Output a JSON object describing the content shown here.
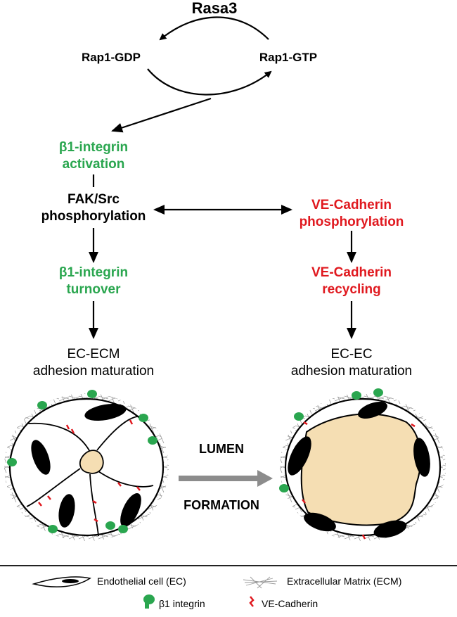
{
  "top": {
    "rasa3": "Rasa3",
    "rap_gdp": "Rap1-GDP",
    "rap_gtp": "Rap1-GTP"
  },
  "left": {
    "integrin_activation": [
      "β1-integrin",
      "activation"
    ],
    "fak_src": [
      "FAK/Src",
      "phosphorylation"
    ],
    "integrin_turnover": [
      "β1-integrin",
      "turnover"
    ],
    "ec_ecm": [
      "EC-ECM",
      "adhesion maturation"
    ]
  },
  "right": {
    "vecad_phos": [
      "VE-Cadherin",
      "phosphorylation"
    ],
    "vecad_recycling": [
      "VE-Cadherin",
      "recycling"
    ],
    "ec_ec": [
      "EC-EC",
      "adhesion maturation"
    ]
  },
  "transition": {
    "line1": "LUMEN",
    "line2": "FORMATION"
  },
  "legend": {
    "endothelial": "Endothelial cell (EC)",
    "ecm": "Extracellular Matrix (ECM)",
    "integrin": "β1 integrin",
    "vecadherin": "VE-Cadherin"
  },
  "colors": {
    "green": "#2aa64f",
    "red": "#e0191f",
    "lumen": "#f5deb3",
    "arrow_gray": "#8c8c8c"
  }
}
